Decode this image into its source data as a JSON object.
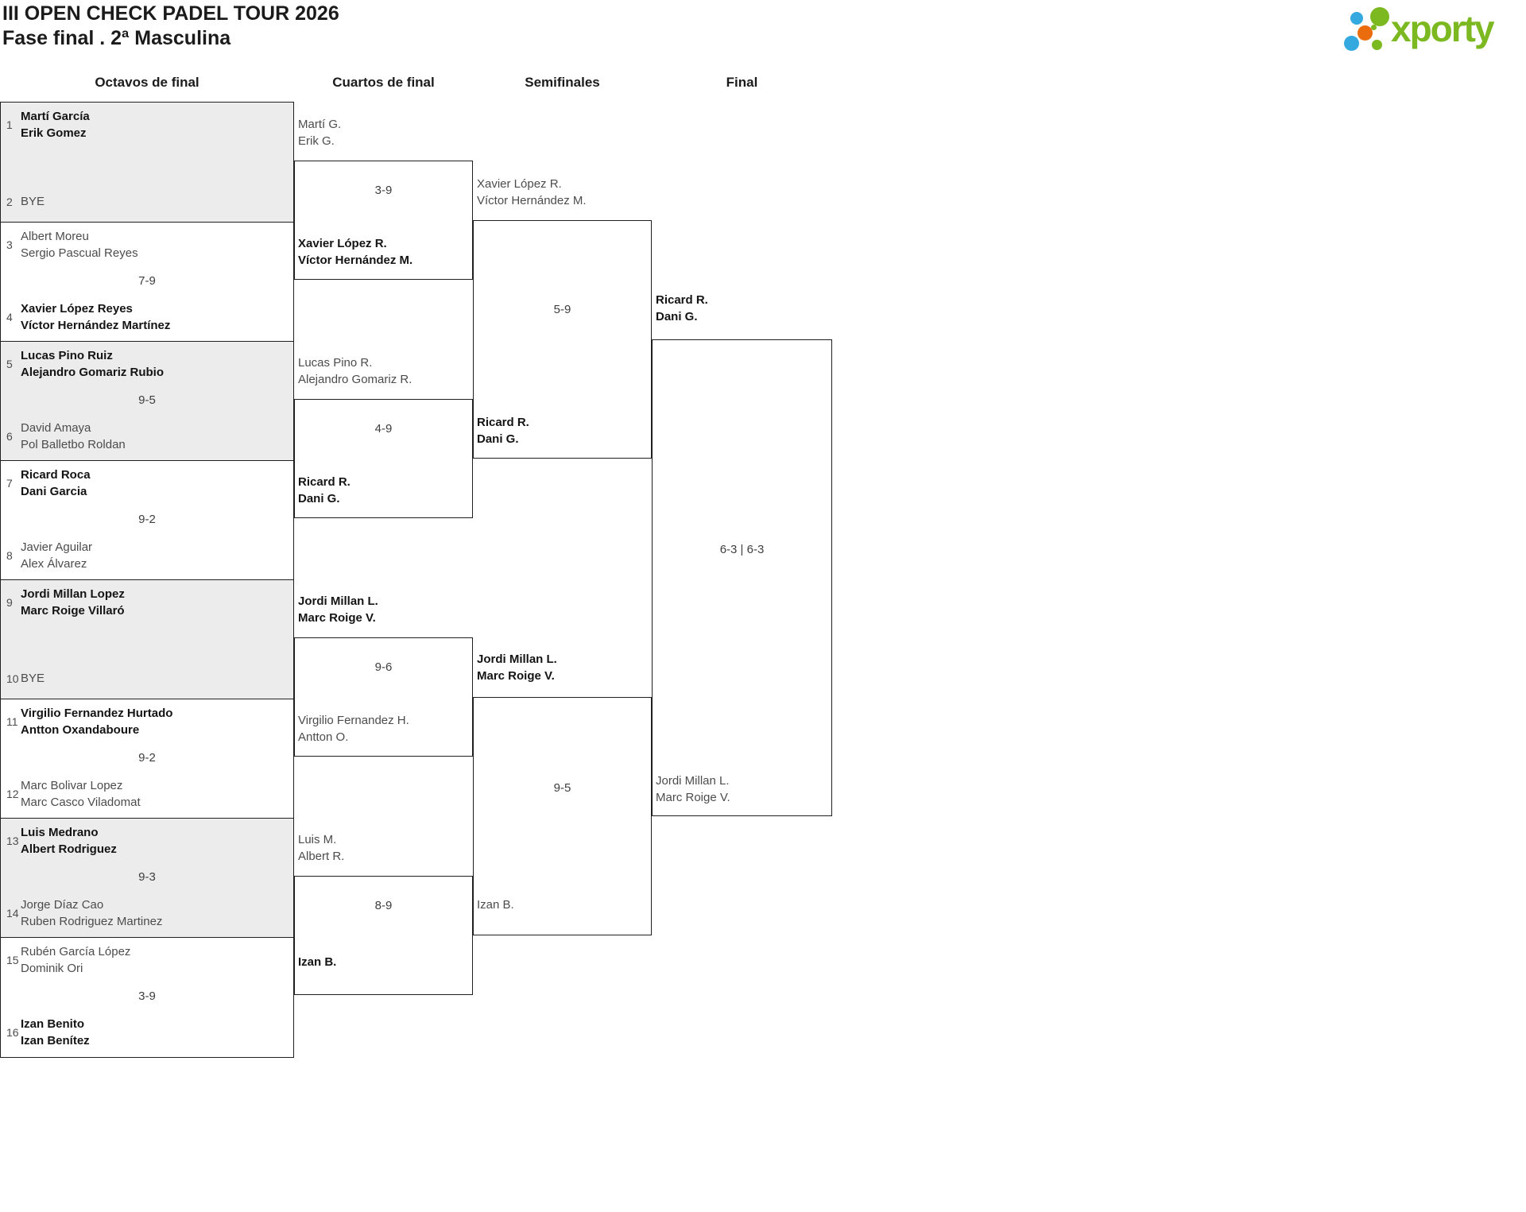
{
  "header": {
    "title": "III OPEN CHECK PADEL TOUR 2026",
    "subtitle": "Fase final . 2ª Masculina"
  },
  "logo": {
    "brand": "xporty"
  },
  "colors": {
    "logo_green": "#7cb820",
    "logo_blue": "#33a9e0",
    "logo_orange": "#eb6c0c",
    "block_grey": "#ececec",
    "line": "#1f1f1f"
  },
  "columns": [
    {
      "label": "Octavos de final"
    },
    {
      "label": "Cuartos de final"
    },
    {
      "label": "Semifinales"
    },
    {
      "label": "Final"
    }
  ],
  "r16": {
    "matches": [
      {
        "seed1": "1",
        "t1": [
          "Martí García",
          "Erik Gomez"
        ],
        "score": "",
        "seed2": "2",
        "t2": [
          "BYE"
        ]
      },
      {
        "seed1": "3",
        "t1": [
          "Albert Moreu",
          "Sergio Pascual Reyes"
        ],
        "score": "7-9",
        "seed2": "4",
        "t2": [
          "Xavier López Reyes",
          "Víctor Hernández Martínez"
        ]
      },
      {
        "seed1": "5",
        "t1": [
          "Lucas Pino Ruiz",
          "Alejandro Gomariz Rubio"
        ],
        "score": "9-5",
        "seed2": "6",
        "t2": [
          "David Amaya",
          "Pol Balletbo Roldan"
        ]
      },
      {
        "seed1": "7",
        "t1": [
          "Ricard Roca",
          "Dani Garcia"
        ],
        "score": "9-2",
        "seed2": "8",
        "t2": [
          "Javier Aguilar",
          "Alex Álvarez"
        ]
      },
      {
        "seed1": "9",
        "t1": [
          "Jordi Millan Lopez",
          "Marc Roige Villaró"
        ],
        "score": "",
        "seed2": "10",
        "t2": [
          "BYE"
        ]
      },
      {
        "seed1": "11",
        "t1": [
          "Virgilio Fernandez Hurtado",
          "Antton Oxandaboure"
        ],
        "score": "9-2",
        "seed2": "12",
        "t2": [
          "Marc Bolivar Lopez",
          "Marc Casco Viladomat"
        ]
      },
      {
        "seed1": "13",
        "t1": [
          "Luis Medrano",
          "Albert Rodriguez"
        ],
        "score": "9-3",
        "seed2": "14",
        "t2": [
          "Jorge Díaz Cao",
          "Ruben Rodriguez Martinez"
        ]
      },
      {
        "seed1": "15",
        "t1": [
          "Rubén García López",
          "Dominik Ori"
        ],
        "score": "3-9",
        "seed2": "16",
        "t2": [
          "Izan Benito",
          "Izan Benítez"
        ]
      }
    ]
  },
  "qf": {
    "matches": [
      {
        "t1": [
          "Martí G.",
          "Erik G."
        ],
        "score": "3-9",
        "t2": [
          "Xavier López R.",
          "Víctor Hernández M."
        ]
      },
      {
        "t1": [
          "Lucas Pino R.",
          "Alejandro Gomariz R."
        ],
        "score": "4-9",
        "t2": [
          "Ricard R.",
          "Dani G."
        ]
      },
      {
        "t1": [
          "Jordi Millan L.",
          "Marc Roige V."
        ],
        "score": "9-6",
        "t2": [
          "Virgilio Fernandez H.",
          "Antton O."
        ]
      },
      {
        "t1": [
          "Luis M.",
          "Albert R."
        ],
        "score": "8-9",
        "t2": [
          "Izan B."
        ]
      }
    ]
  },
  "sf": {
    "matches": [
      {
        "t1": [
          "Xavier López R.",
          "Víctor Hernández M."
        ],
        "score": "5-9",
        "t2": [
          "Ricard R.",
          "Dani G."
        ]
      },
      {
        "t1": [
          "Jordi Millan L.",
          "Marc Roige V."
        ],
        "score": "9-5",
        "t2": [
          "Izan B."
        ]
      }
    ]
  },
  "final": {
    "t1": [
      "Ricard R.",
      "Dani G."
    ],
    "score": "6-3 | 6-3",
    "t2": [
      "Jordi Millan L.",
      "Marc Roige V."
    ]
  }
}
